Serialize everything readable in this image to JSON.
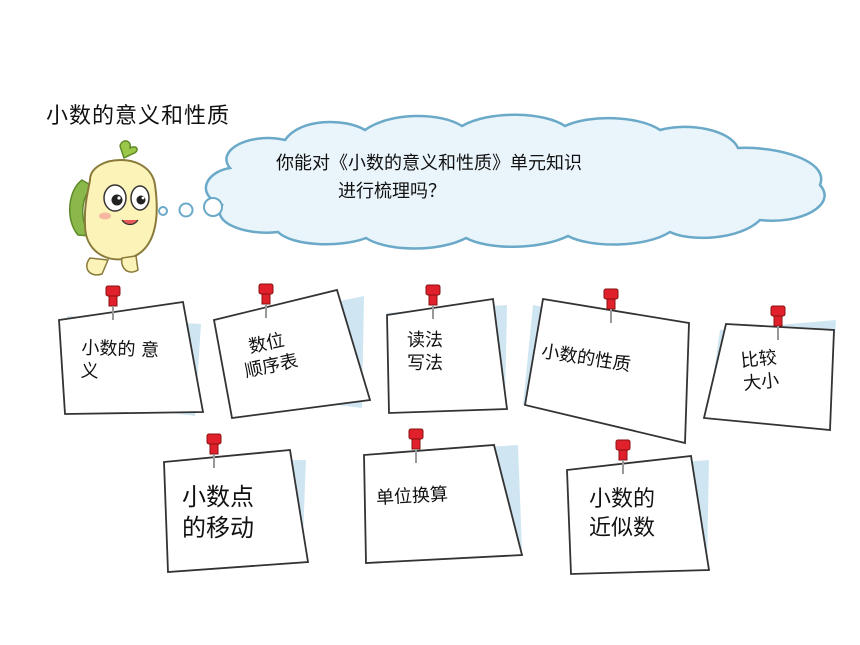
{
  "page": {
    "title": "小数的意义和性质",
    "speech": {
      "line1": "你能对《小数的意义和性质》单元知识",
      "line2": "进行梳理吗？"
    }
  },
  "notes": [
    {
      "id": "meaning",
      "lines": [
        "小数的 意",
        "义"
      ]
    },
    {
      "id": "place-table",
      "lines": [
        "数位",
        "顺序表"
      ]
    },
    {
      "id": "read-write",
      "lines": [
        "读法",
        "写法"
      ]
    },
    {
      "id": "property",
      "lines": [
        "小数的性质"
      ]
    },
    {
      "id": "compare",
      "lines": [
        "比较",
        "大小"
      ]
    },
    {
      "id": "point-move",
      "lines": [
        "小数点",
        "的移动"
      ]
    },
    {
      "id": "unit-conv",
      "lines": [
        "单位换算"
      ]
    },
    {
      "id": "approx",
      "lines": [
        "小数的",
        "近似数"
      ]
    }
  ],
  "colors": {
    "pin": "#e0202a",
    "cloud_fill": "#eaf5fb",
    "cloud_stroke": "#6aa9c8",
    "note_fill": "#ffffff",
    "note_shadow": "#cfe6f2",
    "note_stroke": "#333333",
    "mascot_body": "#fbf3b8"
  }
}
